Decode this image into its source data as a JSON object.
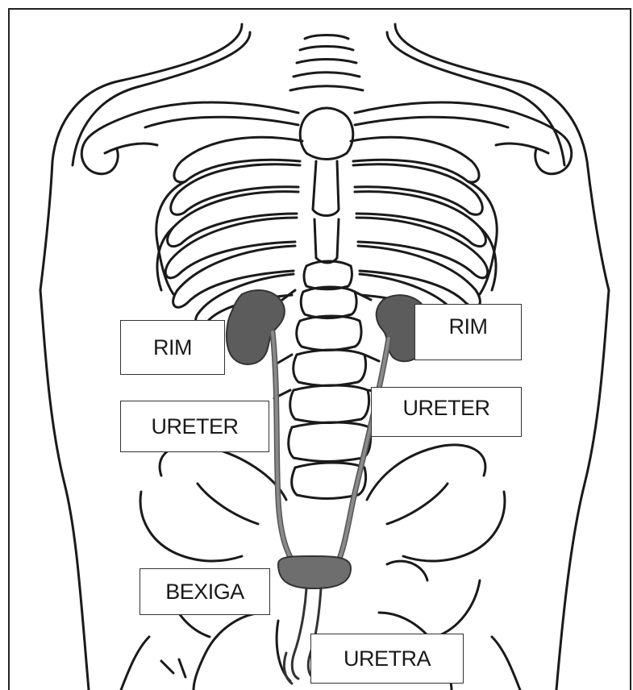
{
  "labels": {
    "rim_right": "RIM",
    "rim_left": "RIM",
    "ureter_right": "URETER",
    "ureter_left": "URETER",
    "bexiga": "BEXIGA",
    "uretra": "URETRA"
  },
  "colors": {
    "outline": "#1a1a1a",
    "kidney": "#5c5c5c",
    "ureter": "#8a8a8a",
    "bladder": "#6e6e6e"
  }
}
